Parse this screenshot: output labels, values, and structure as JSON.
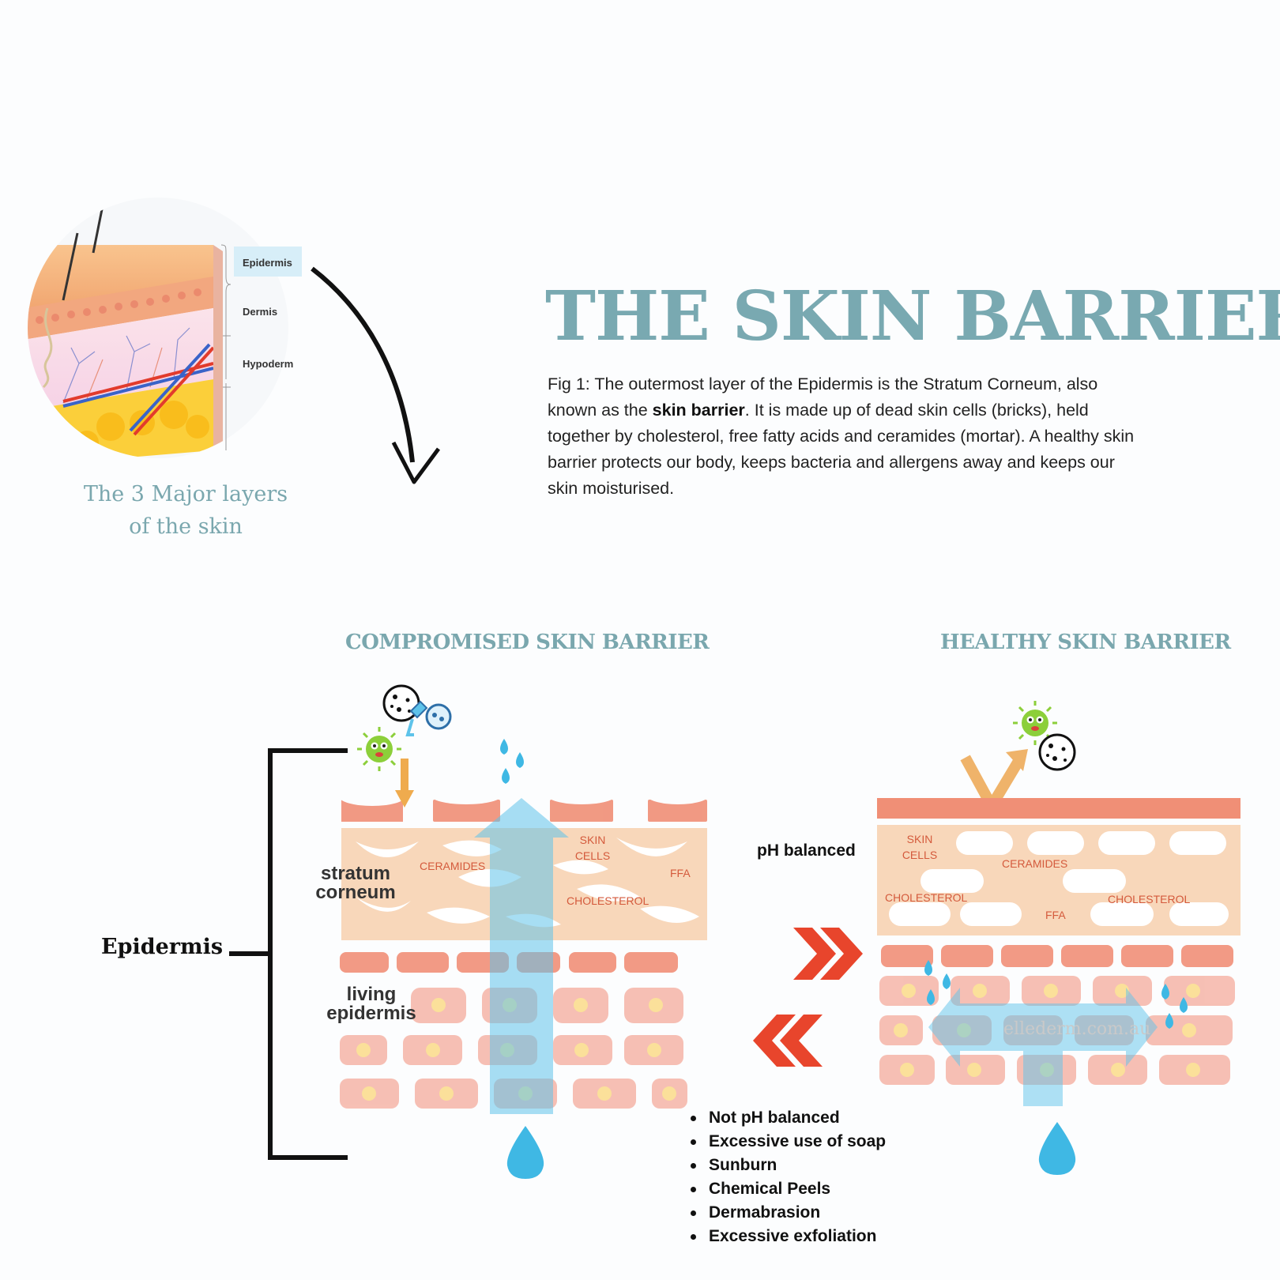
{
  "title": "THE SKIN BARRIER",
  "intro": {
    "part1": "Fig 1: The outermost layer of the Epidermis is the Stratum Corneum, also known as the ",
    "bold": "skin barrier",
    "part2": ". It is made up of dead skin cells (bricks), held together by cholesterol, free fatty acids and ceramides (mortar). A healthy skin barrier protects our body, keeps bacteria and allergens away and keeps our skin moisturised."
  },
  "layers_illustration": {
    "labels": [
      "Epidermis",
      "Dermis",
      "Hypoderm"
    ],
    "caption_line1": "The 3 Major layers",
    "caption_line2": "of the skin"
  },
  "compromised": {
    "title": "COMPROMISED SKIN BARRIER",
    "stratum_corneum_label": [
      "stratum",
      "corneum"
    ],
    "living_epidermis_label": [
      "living",
      "epidermis"
    ],
    "skin_cells_label": [
      "SKIN",
      "CELLS"
    ],
    "ceramides_label": "CERAMIDES",
    "ffa_label": "FFA",
    "cholesterol_label": "CHOLESTEROL"
  },
  "healthy": {
    "title": "HEALTHY SKIN BARRIER",
    "skin_cells_label": [
      "SKIN",
      "CELLS"
    ],
    "ceramides_label": "CERAMIDES",
    "cholesterol_left_label": "CHOLESTEROL",
    "cholesterol_right_label": "CHOLESTEROL",
    "ffa_label": "FFA",
    "watermark": "ellederm.com.au"
  },
  "epidermis_label": "Epidermis",
  "ph_balanced": "pH balanced",
  "causes": [
    "Not pH balanced",
    "Excessive use of soap",
    "Sunburn",
    "Chemical Peels",
    "Dermabrasion",
    "Excessive exfoliation"
  ],
  "colors": {
    "accent_teal": "#79a9b1",
    "barrier_top": "#f08f76",
    "mortar": "#f7d3b3",
    "living_cells": "#f6b9ad",
    "water": "#3fb8e4",
    "chevrons": "#e8452c",
    "bacteria": "#8ccf3a"
  },
  "icons": [
    "germ-icon",
    "bacteria-icon",
    "allergen-icon",
    "water-drop-icon",
    "down-arrow-icon",
    "deflect-arrow-icon",
    "chevrons-right-icon",
    "chevrons-left-icon",
    "curved-arrow-icon"
  ]
}
